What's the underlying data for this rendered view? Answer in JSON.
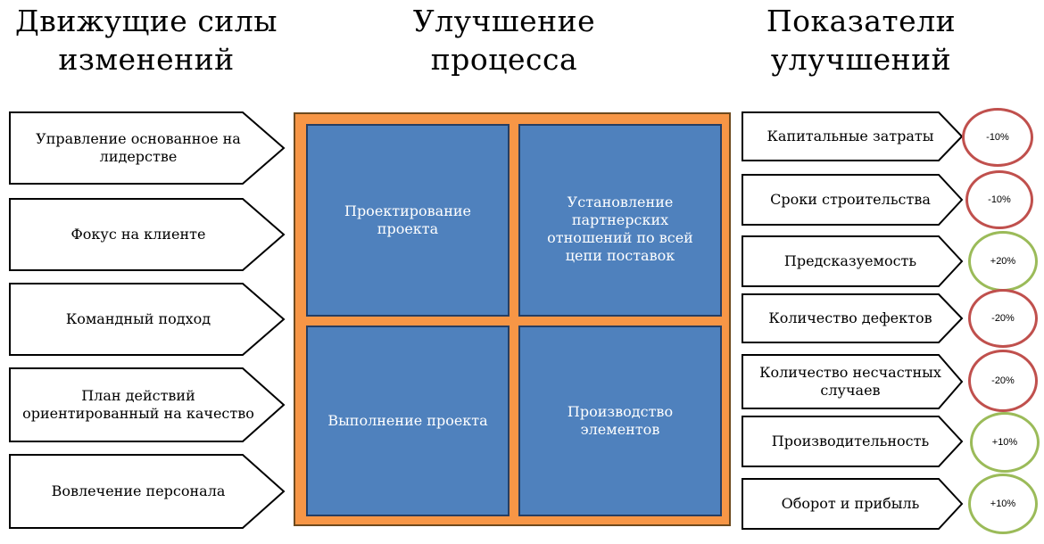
{
  "headings": {
    "drivers": "Движущие силы\nизменений",
    "process": "Улучшение\nпроцесса",
    "indicators": "Показатели\nулучшений"
  },
  "drivers": [
    "Управление основанное на лидерстве",
    "Фокус на клиенте",
    "Командный подход",
    "План действий ориентированный на качество",
    "Вовлечение персонала"
  ],
  "process_blocks": [
    "Проектирование проекта",
    "Установление партнерских отношений по всей цепи поставок",
    "Выполнение проекта",
    "Производство элементов"
  ],
  "indicators": [
    {
      "label": "Капитальные затраты",
      "value": "-10%",
      "color": "#c0504d"
    },
    {
      "label": "Сроки строительства",
      "value": "-10%",
      "color": "#c0504d"
    },
    {
      "label": "Предсказуемость",
      "value": "+20%",
      "color": "#9bbb59"
    },
    {
      "label": "Количество дефектов",
      "value": "-20%",
      "color": "#c0504d"
    },
    {
      "label": "Количество несчастных случаев",
      "value": "-20%",
      "color": "#c0504d"
    },
    {
      "label": "Производительность",
      "value": "+10%",
      "color": "#9bbb59"
    },
    {
      "label": "Оборот и прибыль",
      "value": "+10%",
      "color": "#9bbb59"
    }
  ],
  "colors": {
    "frame": "#f79646",
    "block": "#4f81bd",
    "negative": "#c0504d",
    "positive": "#9bbb59"
  }
}
